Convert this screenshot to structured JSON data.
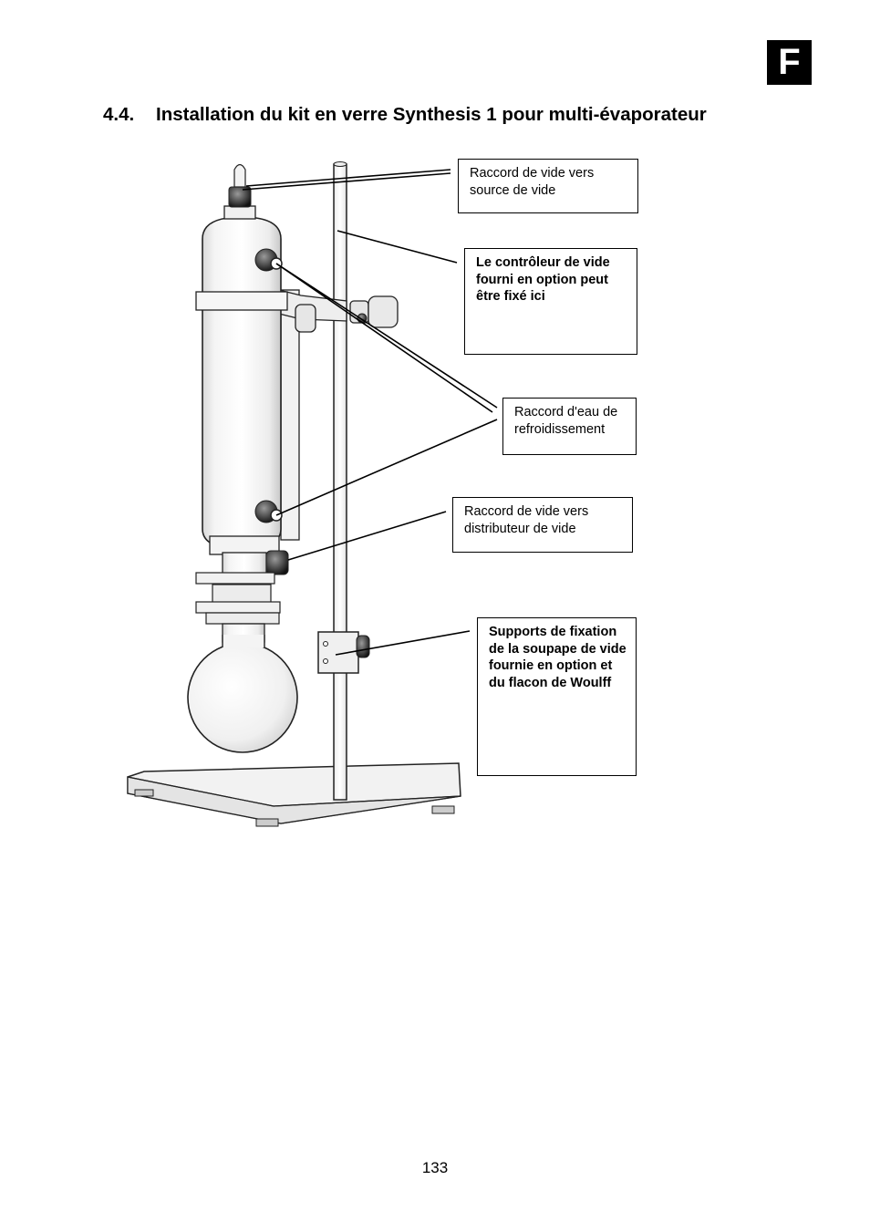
{
  "page": {
    "badge": "F",
    "section_number": "4.4.",
    "section_title": "Installation du kit en verre Synthesis 1 pour multi-évaporateur",
    "page_number": "133"
  },
  "callouts": {
    "vacuum_source": "Raccord de vide vers source de vide",
    "vacuum_controller": "Le contrôleur de vide fourni en option peut être fixé ici",
    "cooling_water": "Raccord d'eau de refroidissement",
    "vacuum_distributor": "Raccord de vide vers distributeur de vide",
    "valve_supports": "Supports de fixation de la soupape de vide fournie en option et du flacon de Woulff"
  }
}
